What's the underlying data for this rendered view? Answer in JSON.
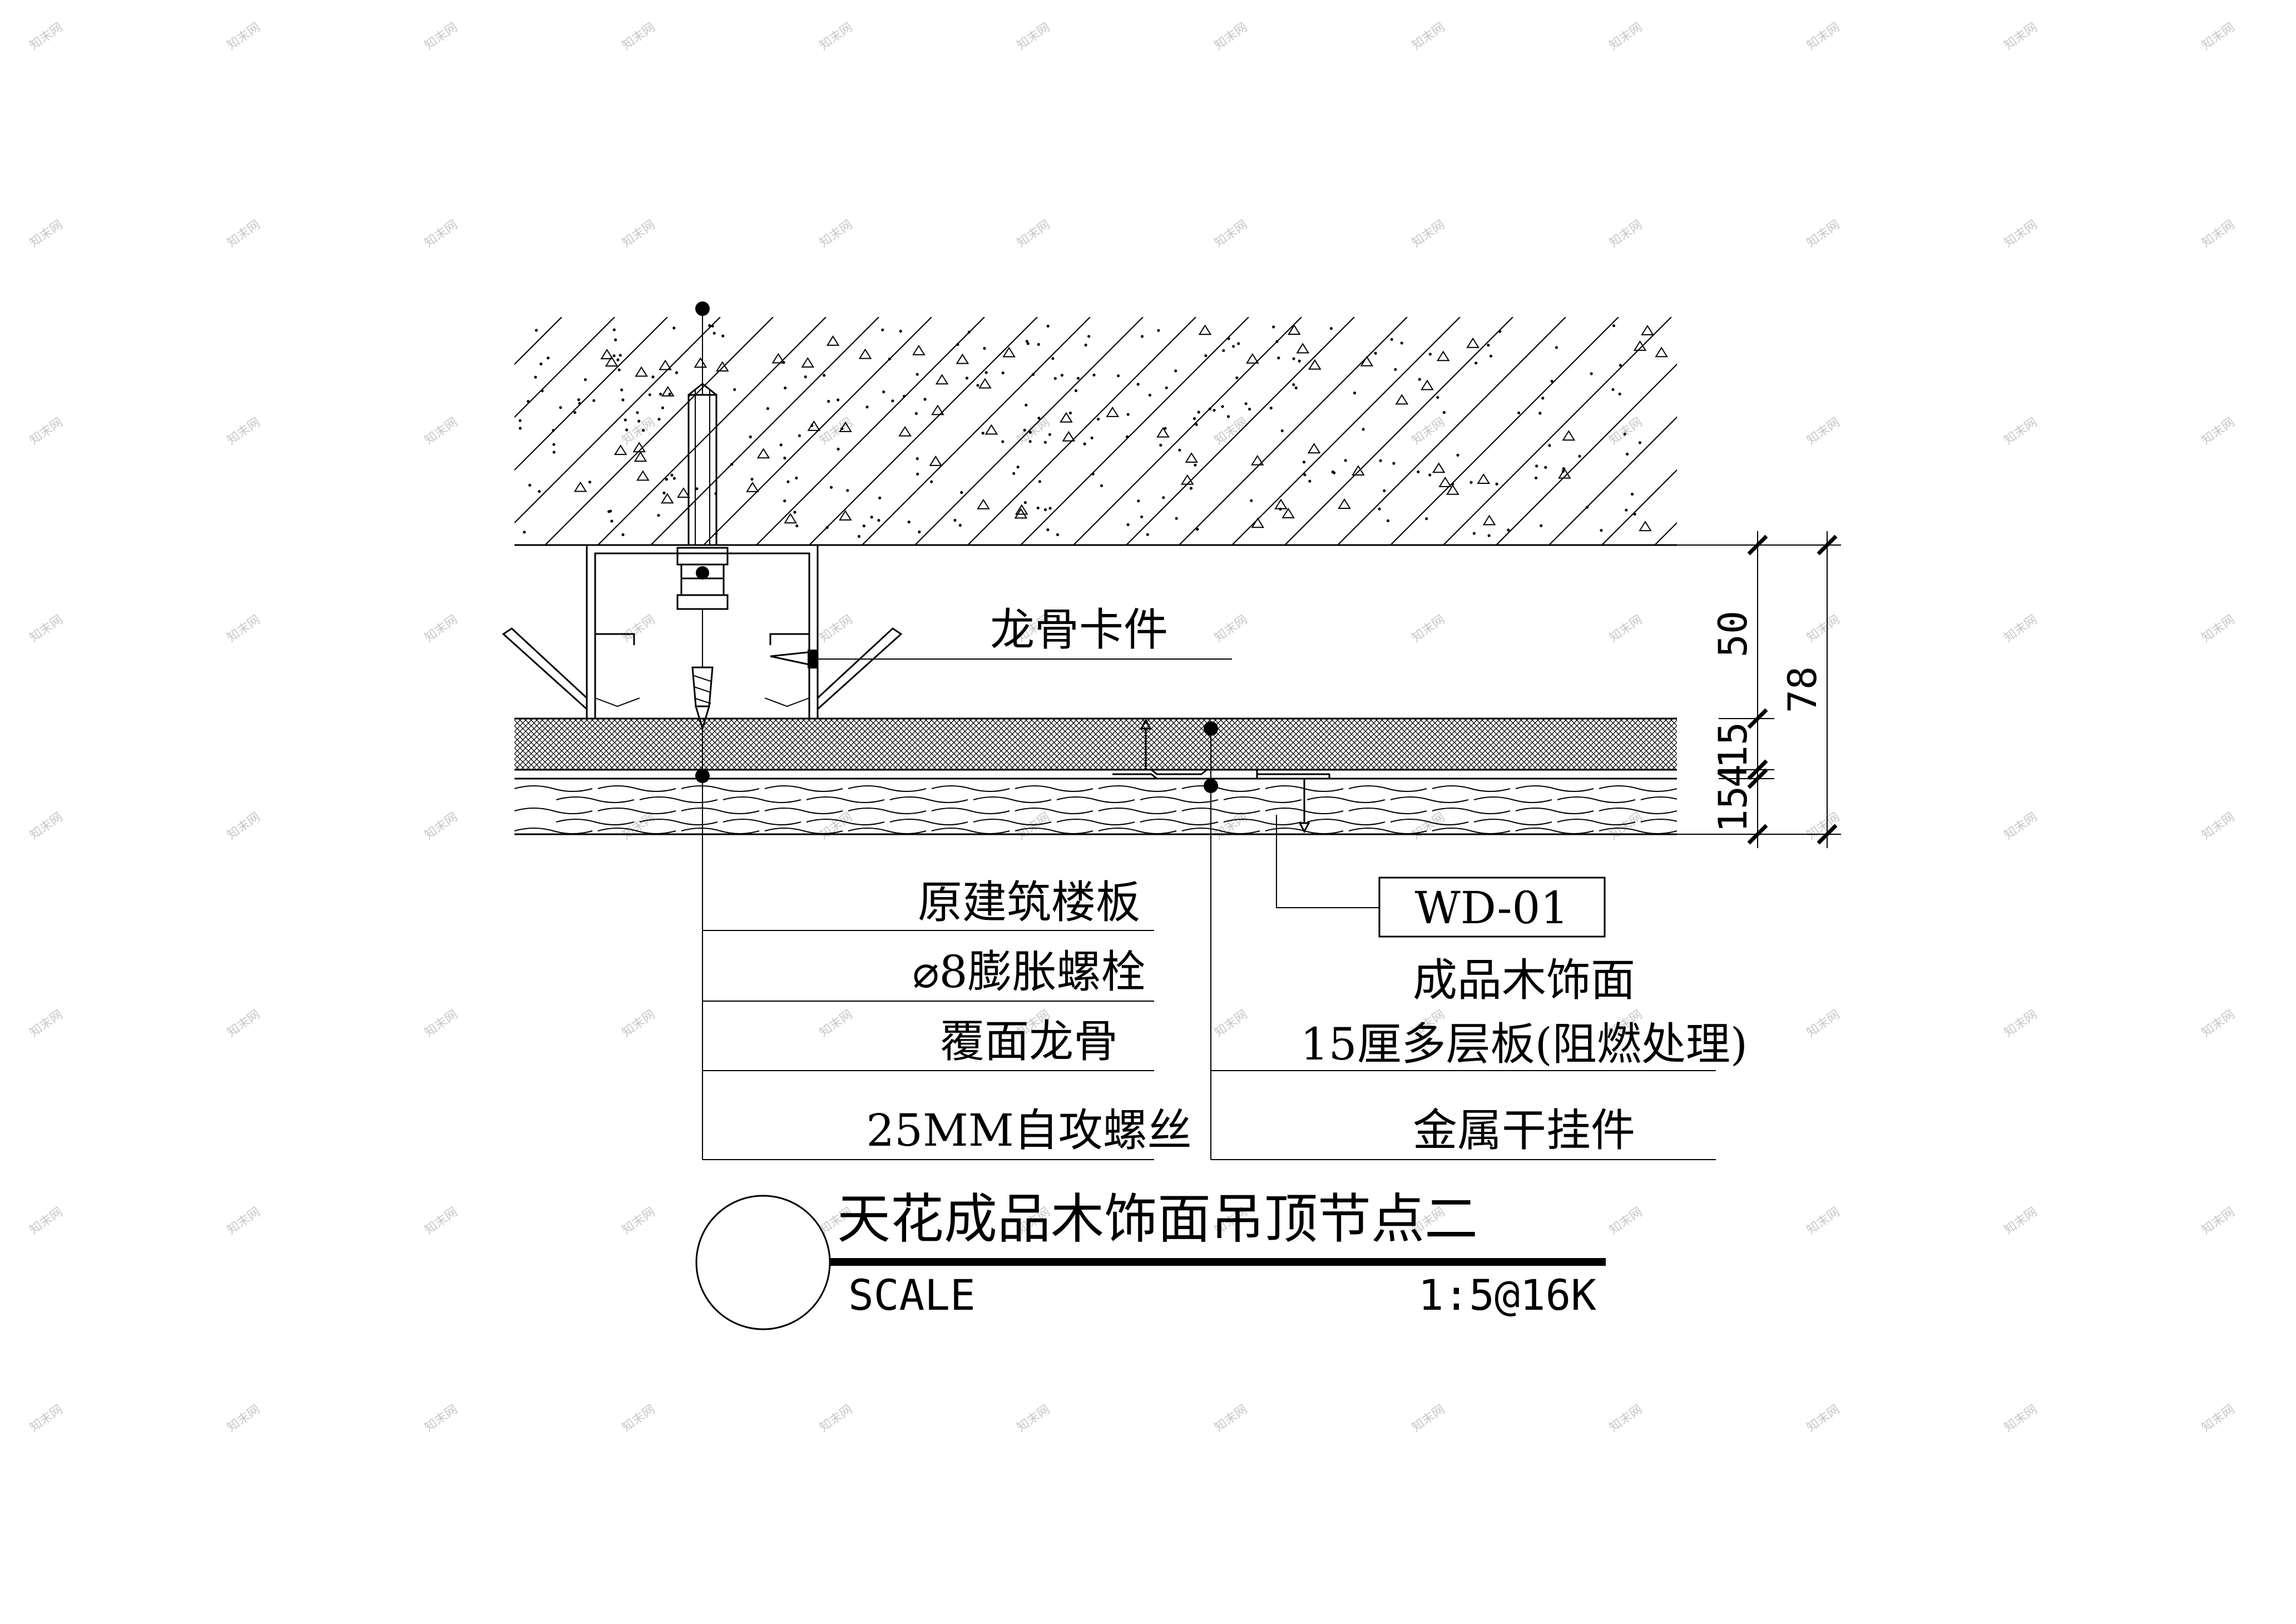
{
  "watermark": "知末网",
  "callouts": {
    "keel_clip": "龙骨卡件",
    "left_group": [
      "原建筑楼板",
      "⌀8膨胀螺栓",
      "覆面龙骨",
      "25MM自攻螺丝"
    ],
    "material_tag": "WD-01",
    "right_group": [
      "成品木饰面",
      "15厘多层板(阻燃处理)",
      "金属干挂件"
    ]
  },
  "dimensions": {
    "channel": "50",
    "total": "78",
    "plywood": "15",
    "hanger": "4",
    "veneer": "15"
  },
  "title_block": {
    "title": "天花成品木饰面吊顶节点二",
    "scale_label": "SCALE",
    "scale_value": "1:5@16K"
  }
}
